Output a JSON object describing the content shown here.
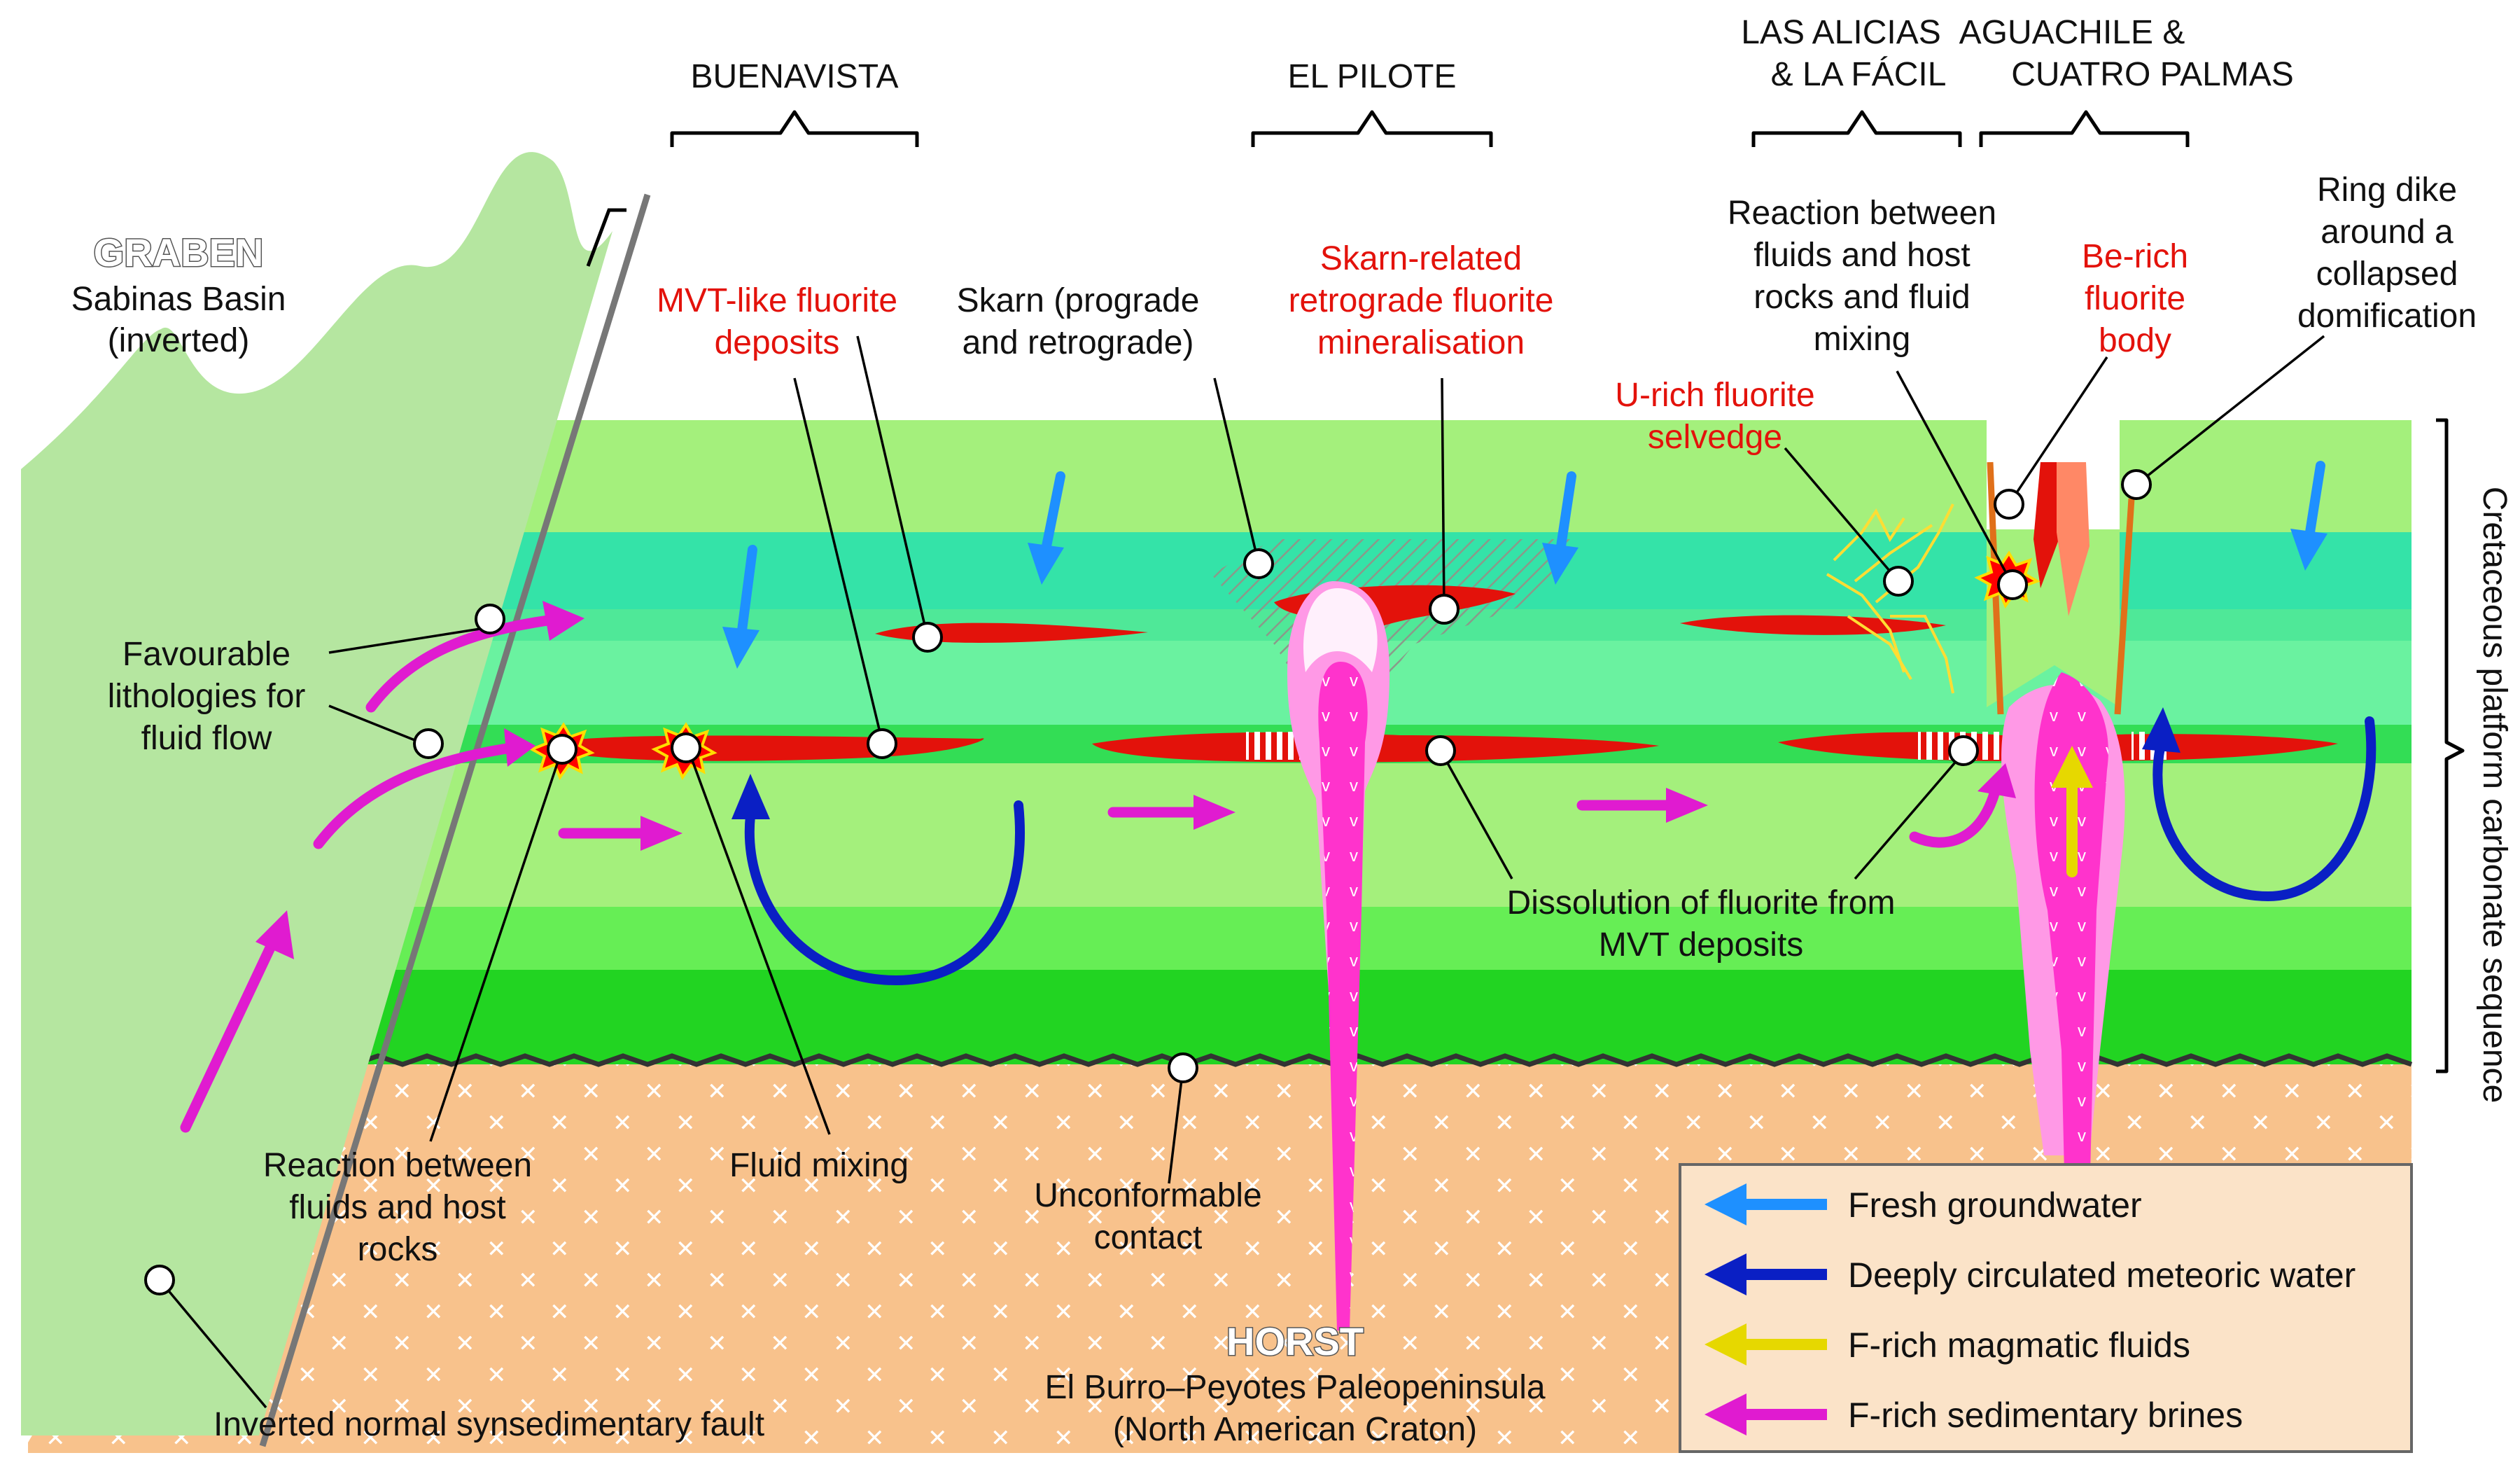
{
  "localities": {
    "buenavista": "BUENAVISTA",
    "el_pilote": "EL PILOTE",
    "las_alicias_1": "LAS ALICIAS",
    "las_alicias_2": "& LA FÁCIL",
    "aguachile_1": "AGUACHILE &",
    "aguachile_2": "CUATRO PALMAS"
  },
  "graben": {
    "title": "GRABEN",
    "line1": "Sabinas Basin",
    "line2": "(inverted)"
  },
  "horst": {
    "title": "HORST",
    "line1": "El Burro–Peyotes Paleopeninsula",
    "line2": "(North American Craton)"
  },
  "side_label": "Cretaceous platform carbonate sequence",
  "labels": {
    "mvt_1": "MVT-like fluorite",
    "mvt_2": "deposits",
    "skarn_1": "Skarn (prograde",
    "skarn_2": "and retrograde)",
    "skarn_rel_1": "Skarn-related",
    "skarn_rel_2": "retrograde fluorite",
    "skarn_rel_3": "mineralisation",
    "reaction_mix_1": "Reaction between",
    "reaction_mix_2": "fluids and host",
    "reaction_mix_3": "rocks and fluid",
    "reaction_mix_4": "mixing",
    "be_1": "Be-rich",
    "be_2": "fluorite",
    "be_3": "body",
    "ring_1": "Ring dike",
    "ring_2": "around a",
    "ring_3": "collapsed",
    "ring_4": "domification",
    "u_1": "U-rich fluorite",
    "u_2": "selvedge",
    "fav_1": "Favourable",
    "fav_2": "lithologies for",
    "fav_3": "fluid flow",
    "dissolution_1": "Dissolution of fluorite from",
    "dissolution_2": "MVT deposits",
    "reaction_1": "Reaction between",
    "reaction_2": "fluids and host",
    "reaction_3": "rocks",
    "mixing": "Fluid mixing",
    "unconf_1": "Unconformable",
    "unconf_2": "contact",
    "fault": "Inverted normal synsedimentary fault"
  },
  "legend": [
    {
      "label": "Fresh groundwater",
      "color": "#1e90ff"
    },
    {
      "label": "Deeply circulated meteoric water",
      "color": "#0a1fc4"
    },
    {
      "label": "F-rich magmatic fluids",
      "color": "#e6d800"
    },
    {
      "label": "F-rich sedimentary brines",
      "color": "#e01bd0"
    }
  ],
  "colors": {
    "graben": "#b5e6a0",
    "layer_light": "#a4f07c",
    "layer_teal": "#34e3a8",
    "layer_green": "#66ee66",
    "basement": "#f8c28c",
    "fluorite": "#e3120b",
    "intrusion": "#ff33cc",
    "intrusion_halo": "#ff99e6"
  }
}
